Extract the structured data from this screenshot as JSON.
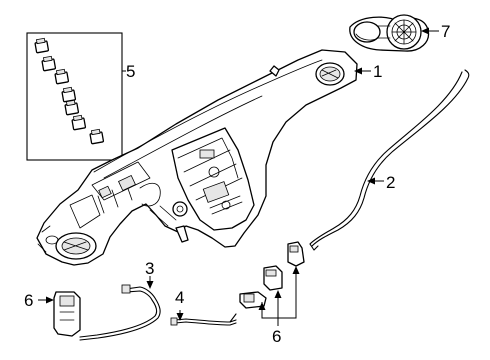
{
  "diagram": {
    "callouts": {
      "c1": "1",
      "c2": "2",
      "c3": "3",
      "c4": "4",
      "c5": "5",
      "c6_left": "6",
      "c6_bottom": "6",
      "c7": "7"
    },
    "colors": {
      "line": "#000000",
      "part_fill": "#ffffff",
      "shade": "#e6e6e6",
      "background": "#ffffff"
    }
  }
}
